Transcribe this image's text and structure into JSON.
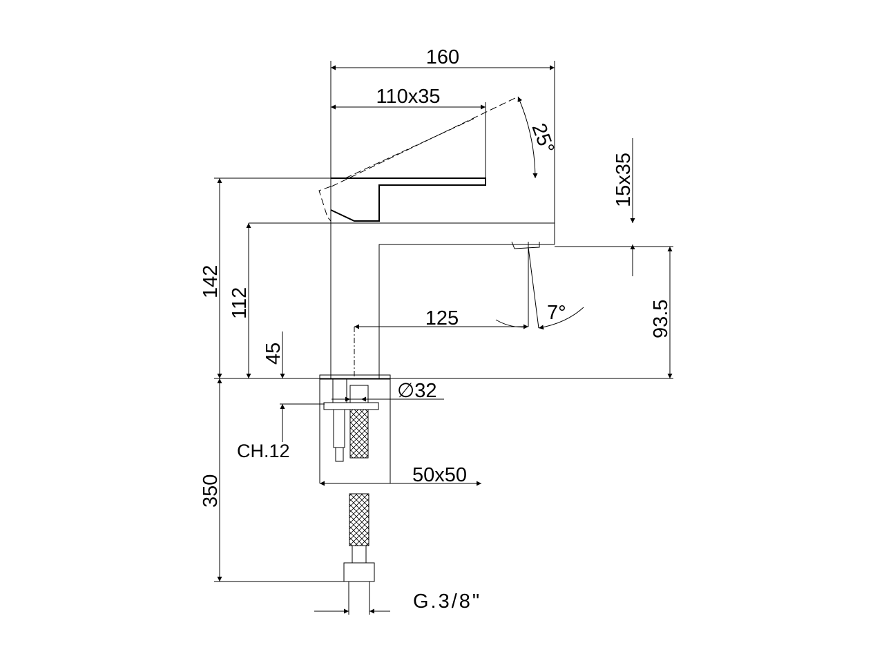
{
  "drawing": {
    "dimensions": {
      "overall_width": "160",
      "lever_size": "110x35",
      "lever_angle": "25°",
      "spout_section": "15x35",
      "overall_height": "142",
      "spout_height": "112",
      "base_height": "45",
      "spout_reach": "125",
      "outlet_height": "93.5",
      "flow_angle": "7°",
      "base_diameter": "∅32",
      "wrench_size": "CH.12",
      "base_footprint": "50x50",
      "hose_length": "350",
      "connection_thread": "G.3/8\""
    }
  }
}
